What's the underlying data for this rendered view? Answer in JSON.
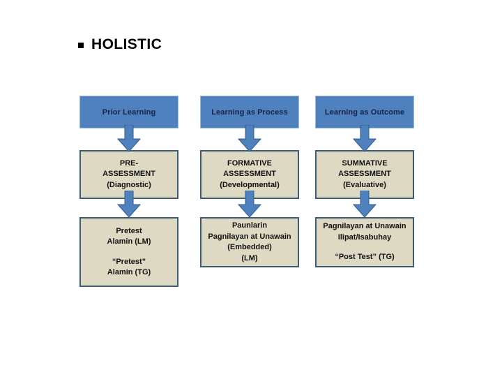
{
  "slide": {
    "title": {
      "bullet": "square-bullet",
      "text": "HOLISTIC"
    },
    "background_color": "#FFFFFF"
  },
  "colors": {
    "header_fill": "#4E81BD",
    "header_border": "#9EB9D6",
    "body_fill": "#DDD9C3",
    "body_border": "#3F5A73",
    "arrow_fill": "#4E81BD",
    "arrow_border": "#2E5B8C",
    "text": "#111111",
    "title_text": "#000000"
  },
  "diagram": {
    "type": "flow-columns",
    "columns": [
      {
        "id": "prior-learning",
        "header": "Prior Learning",
        "middle": {
          "lines": [
            "PRE-",
            "ASSESSMENT",
            "(Diagnostic)"
          ]
        },
        "bottom": {
          "lines": [
            "Pretest",
            "Alamin (LM)",
            "“Pretest”",
            "Alamin (TG)"
          ],
          "gap_before_index": 2
        },
        "arrows": [
          "down-arrow",
          "down-arrow"
        ]
      },
      {
        "id": "learning-as-process",
        "header": "Learning as Process",
        "middle": {
          "lines": [
            "FORMATIVE",
            "ASSESSMENT",
            "(Developmental)"
          ]
        },
        "bottom": {
          "lines": [
            "Paunlarin",
            "Pagnilayan at Unawain",
            "(Embedded)",
            "(LM)"
          ],
          "gap_before_index": -1
        },
        "arrows": [
          "down-arrow",
          "down-arrow"
        ]
      },
      {
        "id": "learning-as-outcome",
        "header": "Learning as Outcome",
        "middle": {
          "lines": [
            "SUMMATIVE",
            "ASSESSMENT",
            "(Evaluative)"
          ]
        },
        "bottom": {
          "lines": [
            "Pagnilayan at Unawain",
            "Ilipat/Isabuhay",
            "“Post Test” (TG)"
          ],
          "gap_before_index": 2
        },
        "arrows": [
          "down-arrow",
          "down-arrow"
        ]
      }
    ]
  }
}
